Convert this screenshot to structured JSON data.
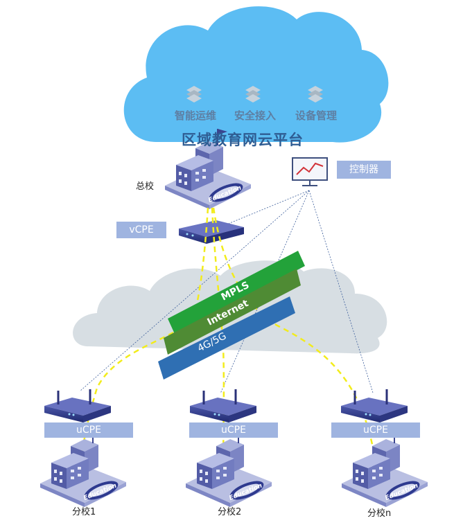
{
  "cloud": {
    "title": "区域教育网云平台",
    "services": [
      {
        "label": "智能运维",
        "icon": "layers-icon"
      },
      {
        "label": "安全接入",
        "icon": "layers-icon"
      },
      {
        "label": "设备管理",
        "icon": "layers-icon"
      }
    ]
  },
  "controller": {
    "label": "控制器",
    "icon": "monitor-chart-icon"
  },
  "hq": {
    "label": "总校",
    "device_label": "vCPE",
    "sign": "Education"
  },
  "transport": {
    "bands": [
      {
        "label": "MPLS",
        "color": "#23a23a"
      },
      {
        "label": "Internet",
        "color": "#4f8b34"
      },
      {
        "label": "4G/5G",
        "color": "#2f6fb3"
      }
    ]
  },
  "branches": [
    {
      "label": "分校1",
      "device_label": "uCPE",
      "sign": "Education"
    },
    {
      "label": "分校2",
      "device_label": "uCPE",
      "sign": "Education"
    },
    {
      "label": "分校n",
      "device_label": "uCPE",
      "sign": "Education"
    }
  ],
  "colors": {
    "cloud_top": "#5bbcf2",
    "cloud_mid": "#d6dde2",
    "tunnel": "#f2ec1c",
    "link": "#3a5c9a",
    "tag_bg": "#9fb4e0"
  }
}
